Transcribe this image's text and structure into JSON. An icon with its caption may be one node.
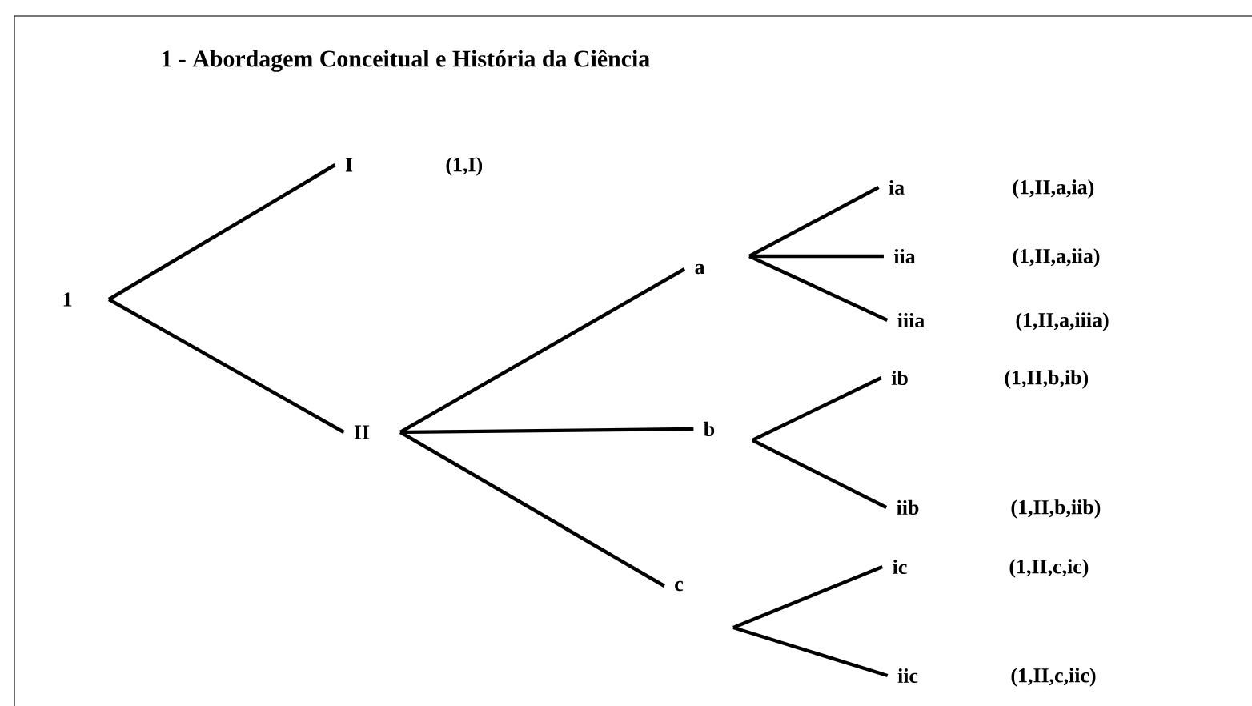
{
  "diagram": {
    "title": "1 - Abordagem Conceitual e História da Ciência",
    "nodes": [
      {
        "text": [
          "1"
        ]
      },
      {
        "text": [
          "I"
        ]
      },
      {
        "text": [
          "II"
        ]
      },
      {
        "text": [
          "a"
        ]
      },
      {
        "text": [
          "ia"
        ]
      },
      {
        "text": [
          "iia"
        ]
      },
      {
        "text": [
          "iiia"
        ]
      },
      {
        "text": [
          "b"
        ]
      },
      {
        "text": [
          "ib"
        ]
      },
      {
        "text": [
          "iib"
        ]
      },
      {
        "text": [
          "c"
        ]
      },
      {
        "text": [
          "ic"
        ]
      },
      {
        "text": [
          "iic"
        ]
      }
    ],
    "edges": [
      {
        "from": 0,
        "to": 1,
        "arrow": "none"
      },
      {
        "from": 0,
        "to": 2,
        "arrow": "none"
      },
      {
        "from": 2,
        "to": 3,
        "arrow": "none"
      },
      {
        "from": 2,
        "to": 7,
        "arrow": "none"
      },
      {
        "from": 2,
        "to": 10,
        "arrow": "none"
      },
      {
        "from": 3,
        "to": 4,
        "arrow": "none"
      },
      {
        "from": 3,
        "to": 5,
        "arrow": "none"
      },
      {
        "from": 3,
        "to": 6,
        "arrow": "none"
      },
      {
        "from": 7,
        "to": 8,
        "arrow": "none"
      },
      {
        "from": 7,
        "to": 9,
        "arrow": "none"
      },
      {
        "from": 10,
        "to": 11,
        "arrow": "none"
      },
      {
        "from": 10,
        "to": 12,
        "arrow": "none"
      }
    ],
    "labels": [
      "(1,I)",
      "(1,II,a,ia)",
      "(1,II,a,iia)",
      "(1,II,a,iiia)",
      "(1,II,b,ib)",
      "(1,II,b,iib)",
      "(1,II,c,ic)",
      "(1,II,c,iic)"
    ]
  }
}
